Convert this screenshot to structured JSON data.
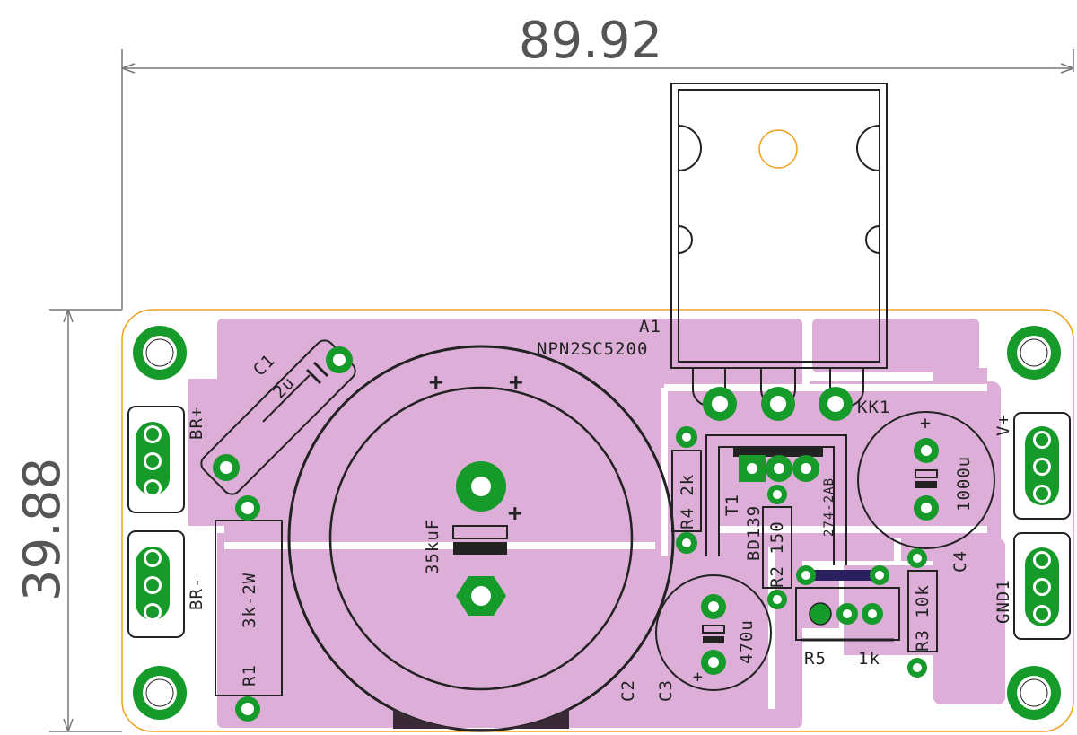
{
  "board": {
    "width_label": "89.92",
    "height_label": "39.88",
    "colors": {
      "copper": "#dcaed8",
      "pad": "#169a2a",
      "outline": "#f0a020",
      "silk": "#222222",
      "dim": "#555555"
    }
  },
  "labels": {
    "a1_ref": "A1",
    "a1_value": "NPN2SC5200",
    "kk1": "KK1",
    "c1_ref": "C1",
    "c1_value": "2u",
    "br_plus": "BR+",
    "br_minus": "BR-",
    "r1_value": "3k-2W",
    "r1_ref": "R1",
    "c2_value": "35kuF",
    "c2_ref": "C2",
    "c3_ref": "C3",
    "c3_value": "470u",
    "r4": "R4 2k",
    "t1_ref": "T1",
    "t1_value": "BD139",
    "pkg": "274-2AB",
    "r2": "R2 150",
    "c4_value": "1000u",
    "c4_ref": "C4",
    "r5_ref": "R5",
    "r5_value": "1k",
    "r3": "R3 10k",
    "vplus": "V+",
    "gnd": "GND1",
    "plus": "+"
  }
}
